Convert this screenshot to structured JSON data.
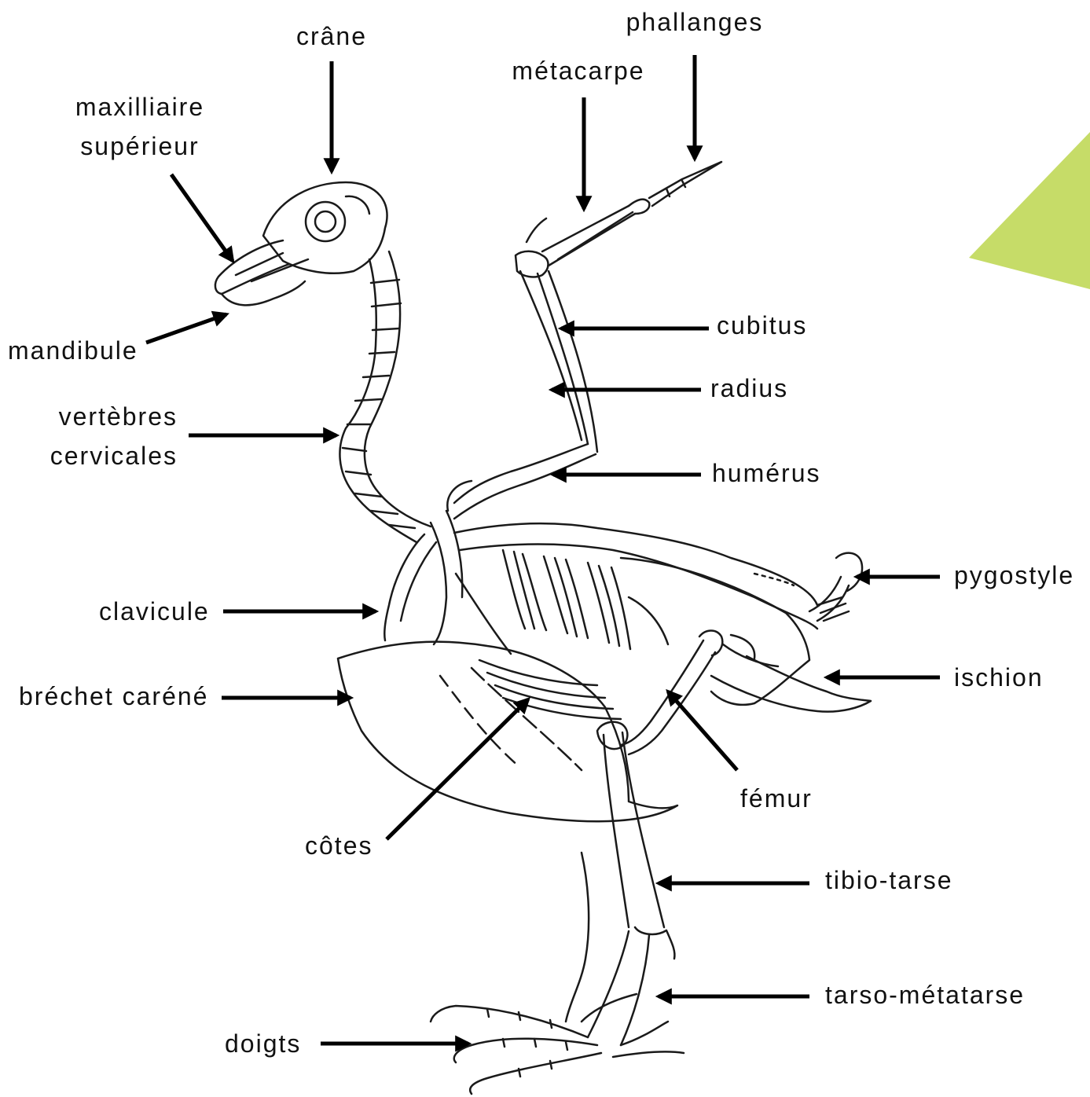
{
  "accent": {
    "triangle_color": "#c6dc68",
    "line_color": "#000000"
  },
  "labels": {
    "crane": "crâne",
    "phallanges": "phallanges",
    "metacarpe": "métacarpe",
    "maxilliaire_line1": "maxilliaire",
    "maxilliaire_line2": "supérieur",
    "mandibule": "mandibule",
    "vertebres_line1": "vertèbres",
    "vertebres_line2": "cervicales",
    "cubitus": "cubitus",
    "radius": "radius",
    "humerus": "humérus",
    "pygostyle": "pygostyle",
    "clavicule": "clavicule",
    "ischion": "ischion",
    "brechet": "bréchet caréné",
    "femur": "fémur",
    "cotes": "côtes",
    "tibio_tarse": "tibio-tarse",
    "tarso_metatarse": "tarso-métatarse",
    "doigts": "doigts"
  }
}
